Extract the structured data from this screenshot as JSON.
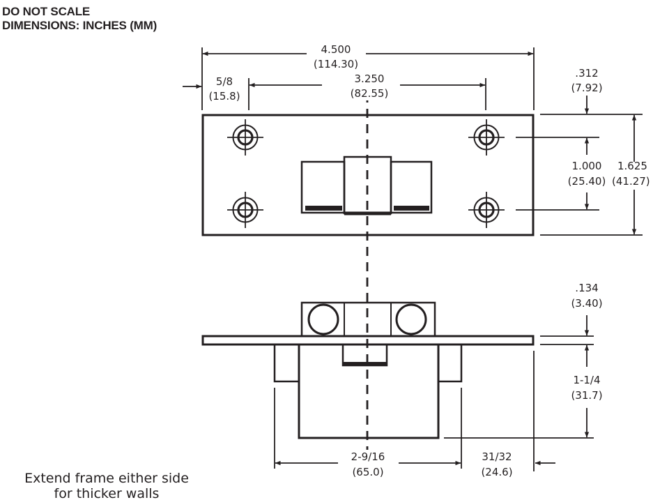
{
  "header": {
    "line1": "DO NOT SCALE",
    "line2": "DIMENSIONS: INCHES (MM)"
  },
  "dimensions": {
    "overall_width": {
      "inches": "4.500",
      "mm": "(114.30)"
    },
    "hole_spacing": {
      "inches": "3.250",
      "mm": "(82.55)"
    },
    "edge_to_hole": {
      "inches": "5/8",
      "mm": "(15.8)"
    },
    "top_to_hole": {
      "inches": ".312",
      "mm": "(7.92)"
    },
    "hole_vertical": {
      "inches": "1.000",
      "mm": "(25.40)"
    },
    "overall_height": {
      "inches": "1.625",
      "mm": "(41.27)"
    },
    "plate_thickness": {
      "inches": ".134",
      "mm": "(3.40)"
    },
    "depth": {
      "inches": "1-1/4",
      "mm": "(31.7)"
    },
    "frame_width": {
      "inches": "2-9/16",
      "mm": "(65.0)"
    },
    "frame_extension": {
      "inches": "31/32",
      "mm": "(24.6)"
    }
  },
  "note": {
    "line1": "Extend frame either side",
    "line2": "for thicker walls"
  },
  "colors": {
    "ink": "#231f20",
    "background": "#ffffff"
  }
}
